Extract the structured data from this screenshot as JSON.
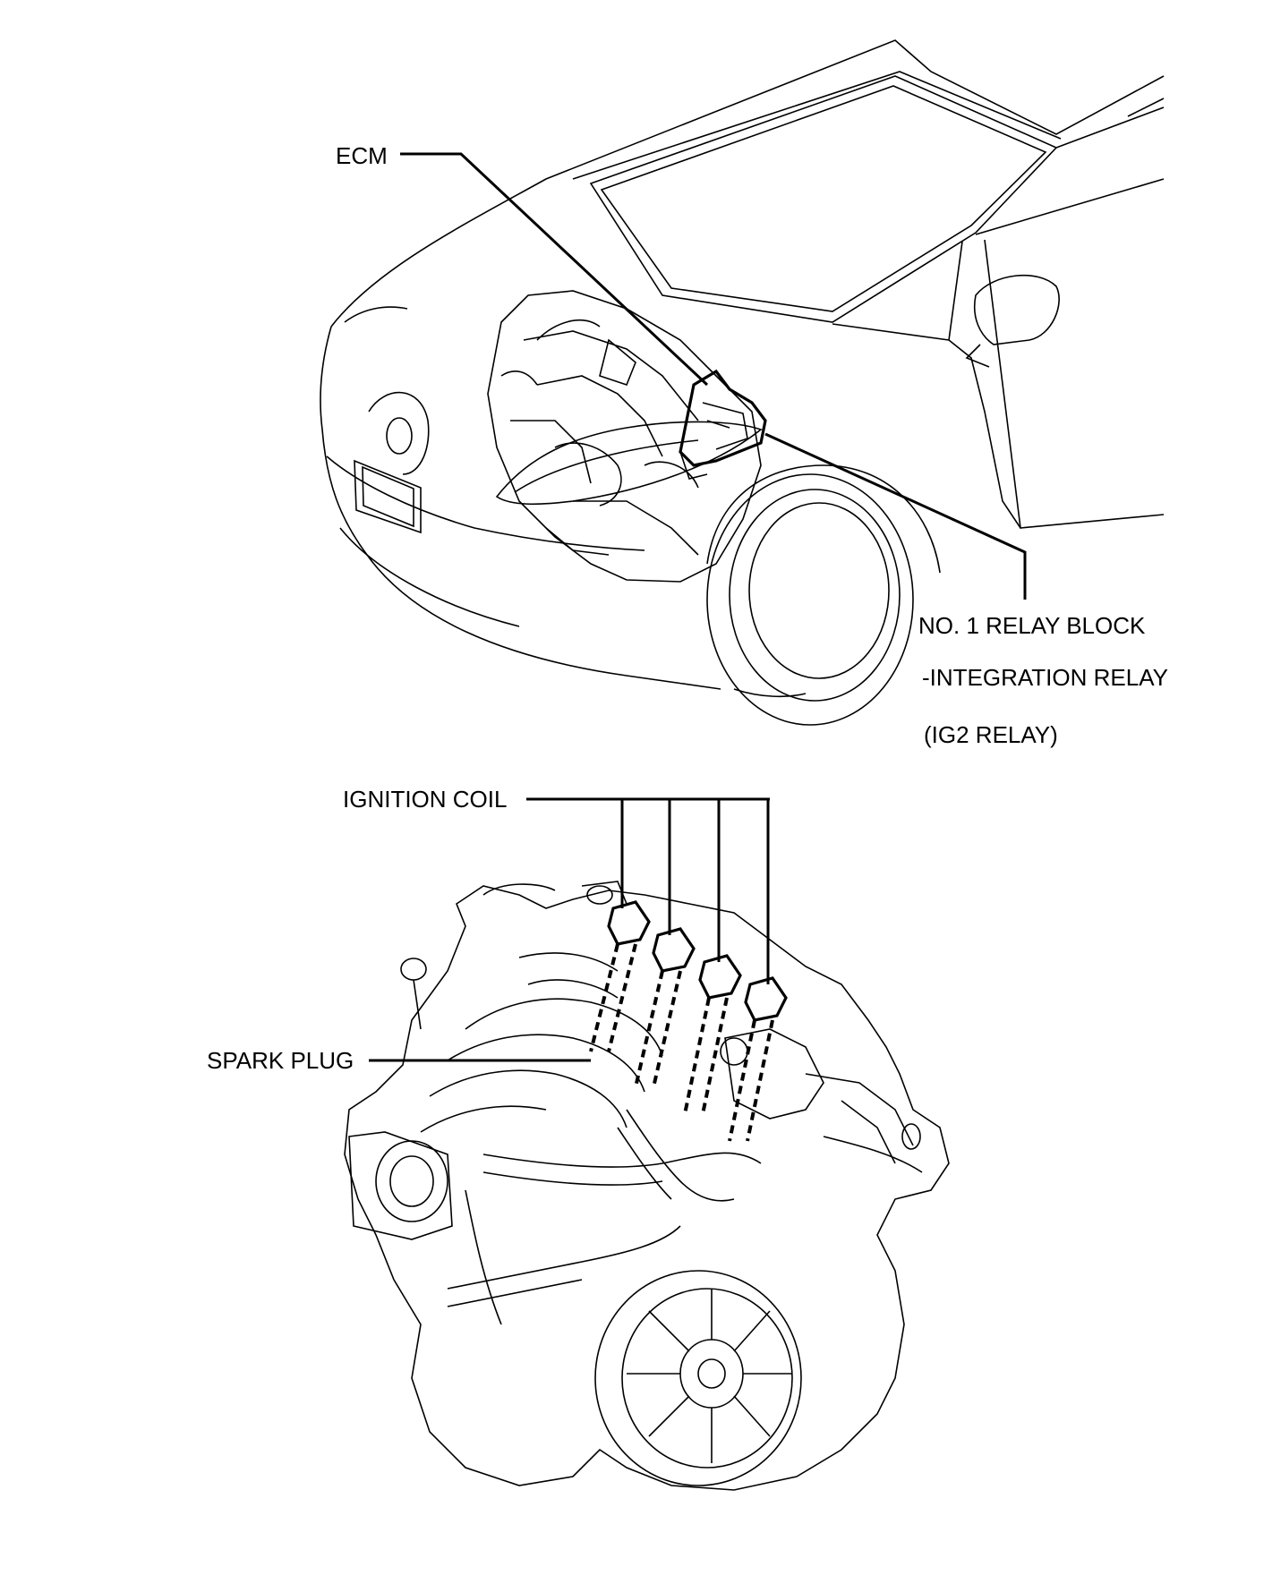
{
  "labels": {
    "ecm": "ECM",
    "relay_line1": "NO. 1 RELAY BLOCK",
    "relay_line2": "-INTEGRATION RELAY",
    "relay_line3": "(IG2 RELAY)",
    "ignition_coil": "IGNITION COIL",
    "spark_plug": "SPARK PLUG"
  }
}
